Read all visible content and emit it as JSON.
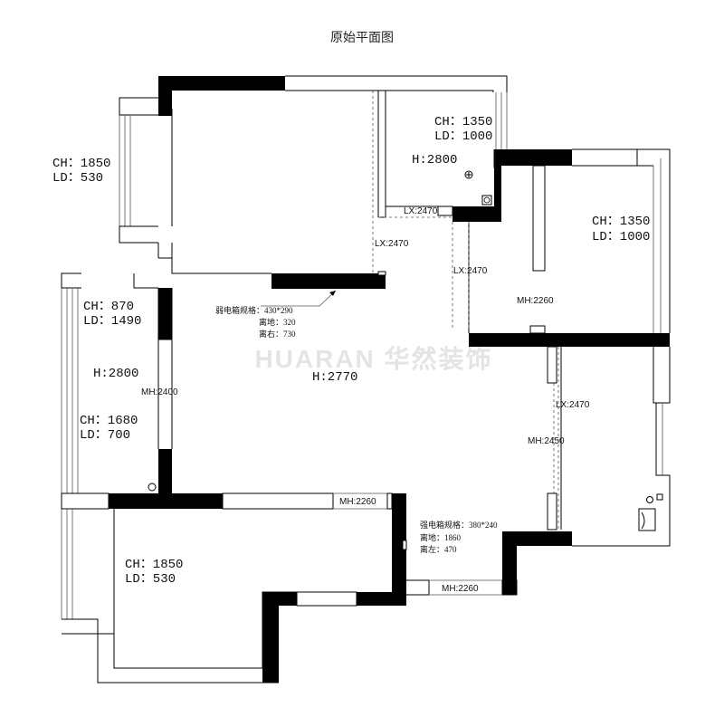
{
  "title": "原始平面图",
  "watermark": "HUARAN 华然装饰",
  "rooms": {
    "top_left_window": {
      "ch": "CH：1850",
      "ld": "LD：530"
    },
    "top_small_window": {
      "ch": "CH：1350",
      "ld": "LD：1000"
    },
    "top_small_height": "H:2800",
    "right_upper_window": {
      "ch": "CH：1350",
      "ld": "LD：1000"
    },
    "left_small_window": {
      "ch": "CH：870",
      "ld": "LD：1490"
    },
    "left_height": "H:2800",
    "left_balcony_window": {
      "ch": "CH：1680",
      "ld": "LD：700"
    },
    "main_height": "H:2770",
    "bottom_window": {
      "ch": "CH：1850",
      "ld": "LD：530"
    }
  },
  "openings": {
    "lx_top_door": "LX:2470",
    "lx_top_left": "LX:2470",
    "lx_mid": "LX:2470",
    "mh_right_upper": "MH:2260",
    "mh_left": "MH:2400",
    "lx_right_lower": "LX:2470",
    "mh_right_lower": "MH:2450",
    "mh_bottom_left": "MH:2260",
    "mh_bottom_center": "MH:2260"
  },
  "weak_box": {
    "spec": "弱电箱规格：430*290",
    "ground": "离地：320",
    "right": "离右：730"
  },
  "strong_box": {
    "spec": "强电箱规格：380*240",
    "ground": "离地：1860",
    "left": "离左：470"
  }
}
